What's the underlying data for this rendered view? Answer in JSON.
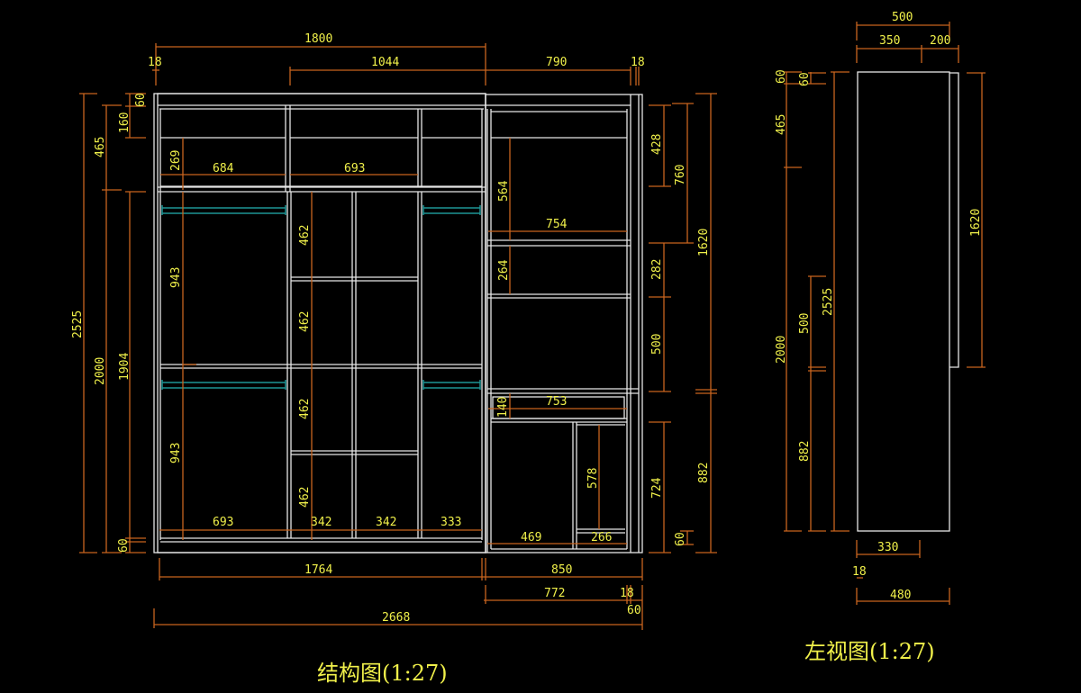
{
  "colors": {
    "background": "#000000",
    "outline": "#e6e6e6",
    "dimension_line": "#c8641e",
    "dimension_text": "#f0f04a",
    "hanging_rod": "#1e9696"
  },
  "titles": {
    "front_view": "结构图(1:27)",
    "side_view": "左视图(1:27)"
  },
  "front_view": {
    "top_dims": {
      "overall_top": "1800",
      "left_gap": "18",
      "mid_width": "1044",
      "right_width": "790",
      "right_gap": "18"
    },
    "left_dims": {
      "total": "2525",
      "upper": "465",
      "lower": "2000",
      "mid": "1904",
      "top_60": "60",
      "top_160": "160",
      "bottom_60": "60"
    },
    "upper_section": {
      "height_269": "269",
      "width_684": "684",
      "width_693": "693"
    },
    "left_hanging": {
      "upper_943": "943",
      "lower_943": "943"
    },
    "middle_column": {
      "shelf_heights": [
        "462",
        "462",
        "462",
        "462"
      ]
    },
    "bottom_widths": [
      "693",
      "342",
      "342",
      "333"
    ],
    "right_cabinet": {
      "h_564": "564",
      "w_754": "754",
      "h_264": "264",
      "h_140": "140",
      "w_753": "753",
      "h_578": "578",
      "w_469": "469",
      "w_266": "266"
    },
    "right_dims": {
      "d428": "428",
      "d760": "760",
      "d1620": "1620",
      "d282": "282",
      "d500": "500",
      "d724": "724",
      "d882": "882",
      "d60": "60"
    },
    "bottom_dims": {
      "d1764": "1764",
      "d850": "850",
      "d772": "772",
      "d18": "18",
      "d60": "60",
      "d2668": "2668"
    }
  },
  "side_view": {
    "top_dims": {
      "d500": "500",
      "d350": "350",
      "d200": "200"
    },
    "left_dims": {
      "d60a": "60",
      "d60b": "60",
      "d465": "465",
      "d2000": "2000",
      "d500": "500",
      "d2525": "2525",
      "d882": "882"
    },
    "right_dims": {
      "d1620": "1620"
    },
    "bottom_dims": {
      "d330": "330",
      "d18": "18",
      "d480": "480"
    }
  }
}
